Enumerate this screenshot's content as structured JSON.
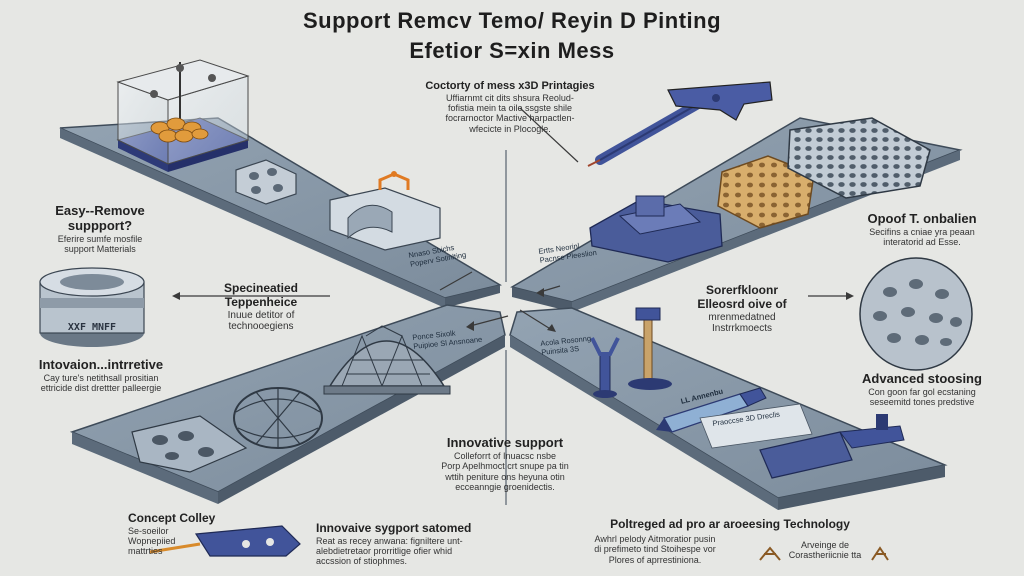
{
  "title": {
    "line1": "Support Remcv Temo/ Reyin D Pinting",
    "line2": "Efetior S=xin Mess"
  },
  "labels": {
    "top_center": {
      "head": "Coctorty of mess x3D Printagies",
      "sub": [
        "Uffiarnmt cit dits shsura Reolud-",
        "fofistia mein ta oile ssgste shile",
        "focrarnoctor Mactive harpactlen-",
        "wfecicte in Plocogle."
      ]
    },
    "easy_remove": {
      "head": [
        "Easy--Remove",
        "suppport?"
      ],
      "sub": [
        "Eferire sumfe mosfile",
        "support Matterials"
      ]
    },
    "specinated": {
      "head": [
        "Specineatied",
        "Teppenheice"
      ],
      "sub": [
        "Inuue detitor of",
        "technooegiens"
      ]
    },
    "intovaion": {
      "head": "Intovaion...intrretive",
      "sub": [
        "Cay ture's netithsall prositian",
        "ettricide dist drettter palleergie"
      ]
    },
    "opoof": {
      "head": "Opoof T. onbalien",
      "sub": [
        "Secifins a cniae yra peaan",
        "interatorid ad Esse."
      ]
    },
    "sorerfkloonr": {
      "head": [
        "Sorerfkloonr",
        "Elleosrd oive of"
      ],
      "sub": [
        "mrenmedatned",
        "Instrrkmoects"
      ]
    },
    "advanced": {
      "head": "Advanced stoosing",
      "sub": [
        "Con goon far gol ecstaning",
        "seseemitd tones predstive"
      ]
    },
    "innovative_support": {
      "head": "Innovative support",
      "sub": [
        "Colleforrt of Inuacsc nsbe",
        "Porp Apelhmoct crt snupe pa tin",
        "wttih peniture ons heyuna otin",
        "ecceanngie groenidectis."
      ]
    },
    "concept": {
      "head": "Concept Colley",
      "sub": [
        "Se-soeilor",
        "Wopnepiied",
        "mattrties"
      ]
    },
    "innovaive_bottom": {
      "head": "Innovaive sygport satomed",
      "sub": [
        "Reat as recey anwana: figniltere unt-",
        "alebdietretaor prorritlige ofier whid",
        "accssion of stiophmes."
      ]
    },
    "poltreged": {
      "head": "Poltreged ad pro ar aroeesing Technology",
      "sub": [
        "Awhrl pelody Aitmoratior pusin",
        "di prefimeto tind Stoihespe vor",
        "Plores of aprrestiniona."
      ]
    },
    "arveinge": {
      "sub": [
        "Arveinge  de",
        "Corastheriicnie tta"
      ]
    }
  },
  "plates": {
    "top_left": [
      "Nnaso Sbichs",
      "Poperv Sotinlting"
    ],
    "top_right": [
      "Ertts Neorinl",
      "Pacnse Pleeslion"
    ],
    "bottom_left": [
      "Ponce Sixolk",
      "Puipioe Sl Ansnoane"
    ],
    "bottom_right": [
      "Acola Rosonng",
      "Puinsita 3S"
    ],
    "pen_label": "LL Annenbu",
    "paper_label": "Praoccse 3D Dreclis"
  },
  "colors": {
    "background": "#e6e7e4",
    "plate_top": "#8797a6",
    "plate_side": "#5c6b7b",
    "plate_edge": "#3e4b59",
    "accent_blue": "#41549a",
    "resin_orange": "#e19b3c",
    "tan": "#d8ae6c",
    "gray_part": "#b6bfc8"
  },
  "icons": [
    "resin-printer-icon",
    "modular-part-icon",
    "bracket-part-icon",
    "cylinder-part-icon",
    "dome-lattice-icon",
    "lattice-ball-icon",
    "plate-cutout-icon",
    "tool-hammer-icon",
    "tan-part-icon",
    "gray-lattice-icon",
    "blue-housing-icon",
    "sphere-icon",
    "pin-tool-icon",
    "pen-tool-icon",
    "box-part-icon",
    "blue-tool-icon",
    "small-brackets-icon"
  ]
}
